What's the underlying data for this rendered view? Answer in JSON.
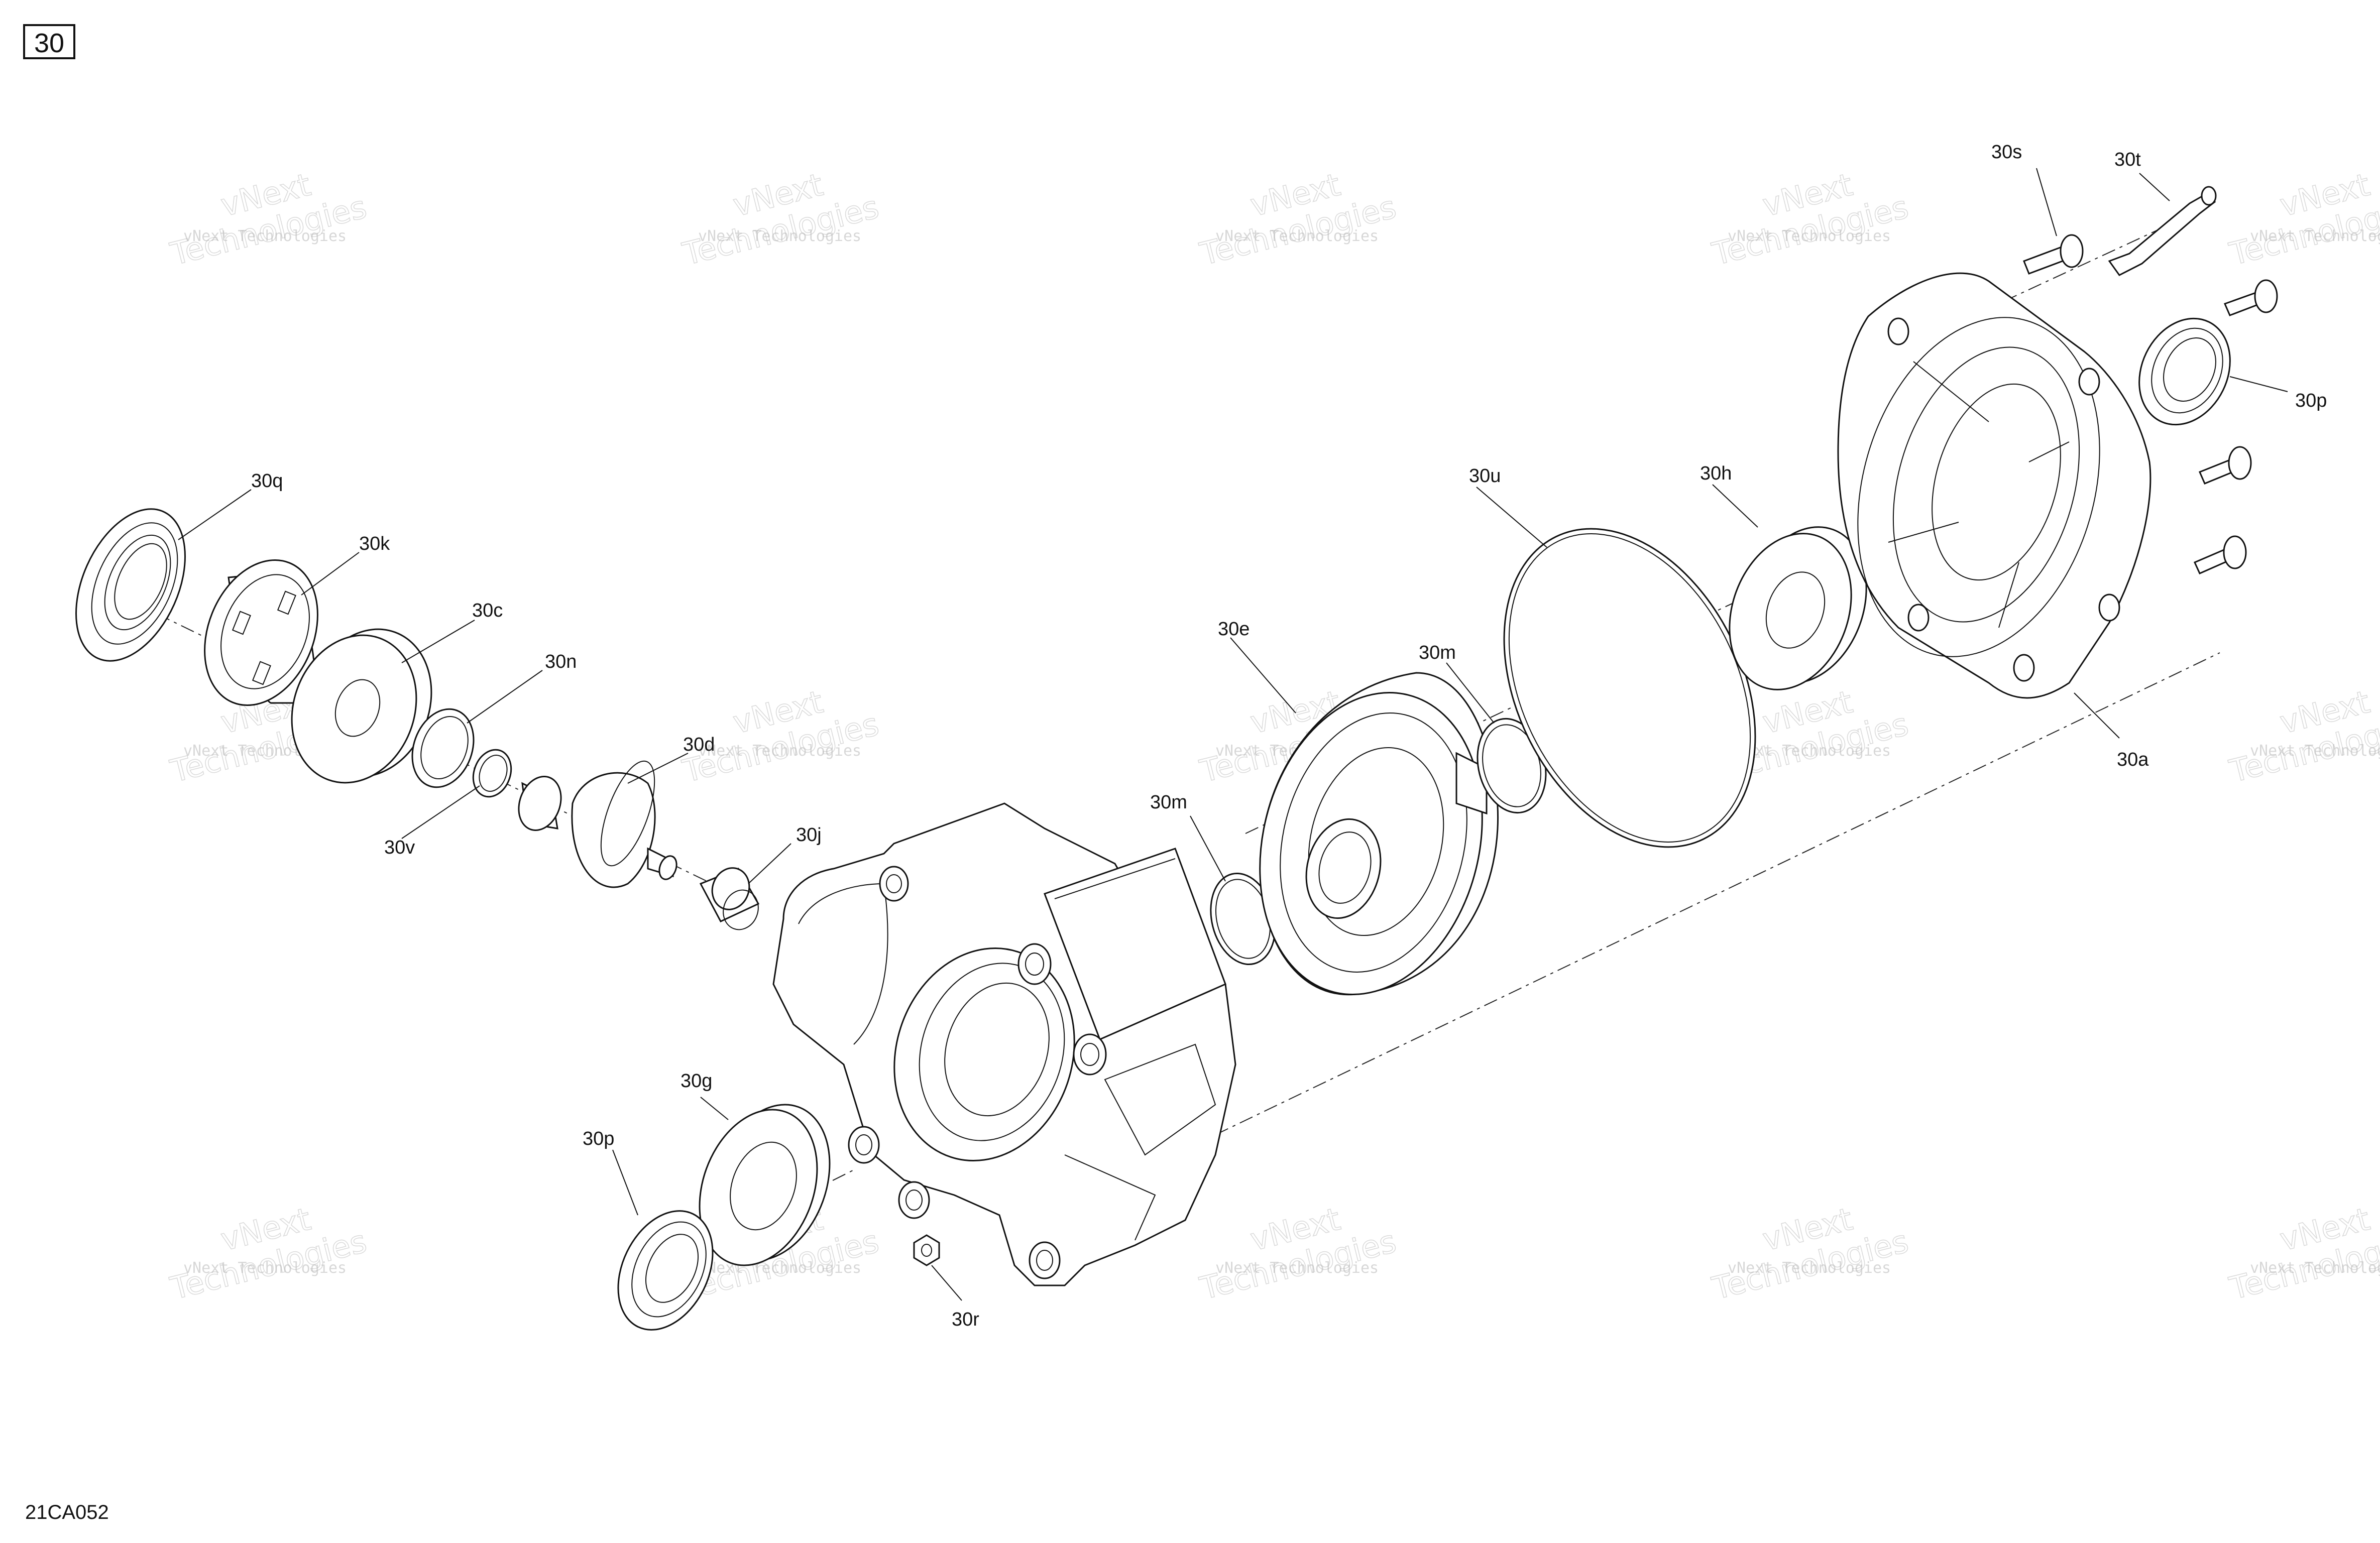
{
  "diagram": {
    "section_number": "30",
    "drawing_code": "21CA052",
    "watermark": {
      "line1": "vNext",
      "line2": "Technologies",
      "small": "vNext Technologies"
    },
    "callouts": {
      "30a": "30a",
      "30c": "30c",
      "30d": "30d",
      "30e": "30e",
      "30g": "30g",
      "30h": "30h",
      "30j": "30j",
      "30k": "30k",
      "30m_left": "30m",
      "30m_right": "30m",
      "30n": "30n",
      "30p_top": "30p",
      "30p_bottom": "30p",
      "30q": "30q",
      "30r": "30r",
      "30s": "30s",
      "30t": "30t",
      "30u": "30u",
      "30v": "30v"
    }
  }
}
